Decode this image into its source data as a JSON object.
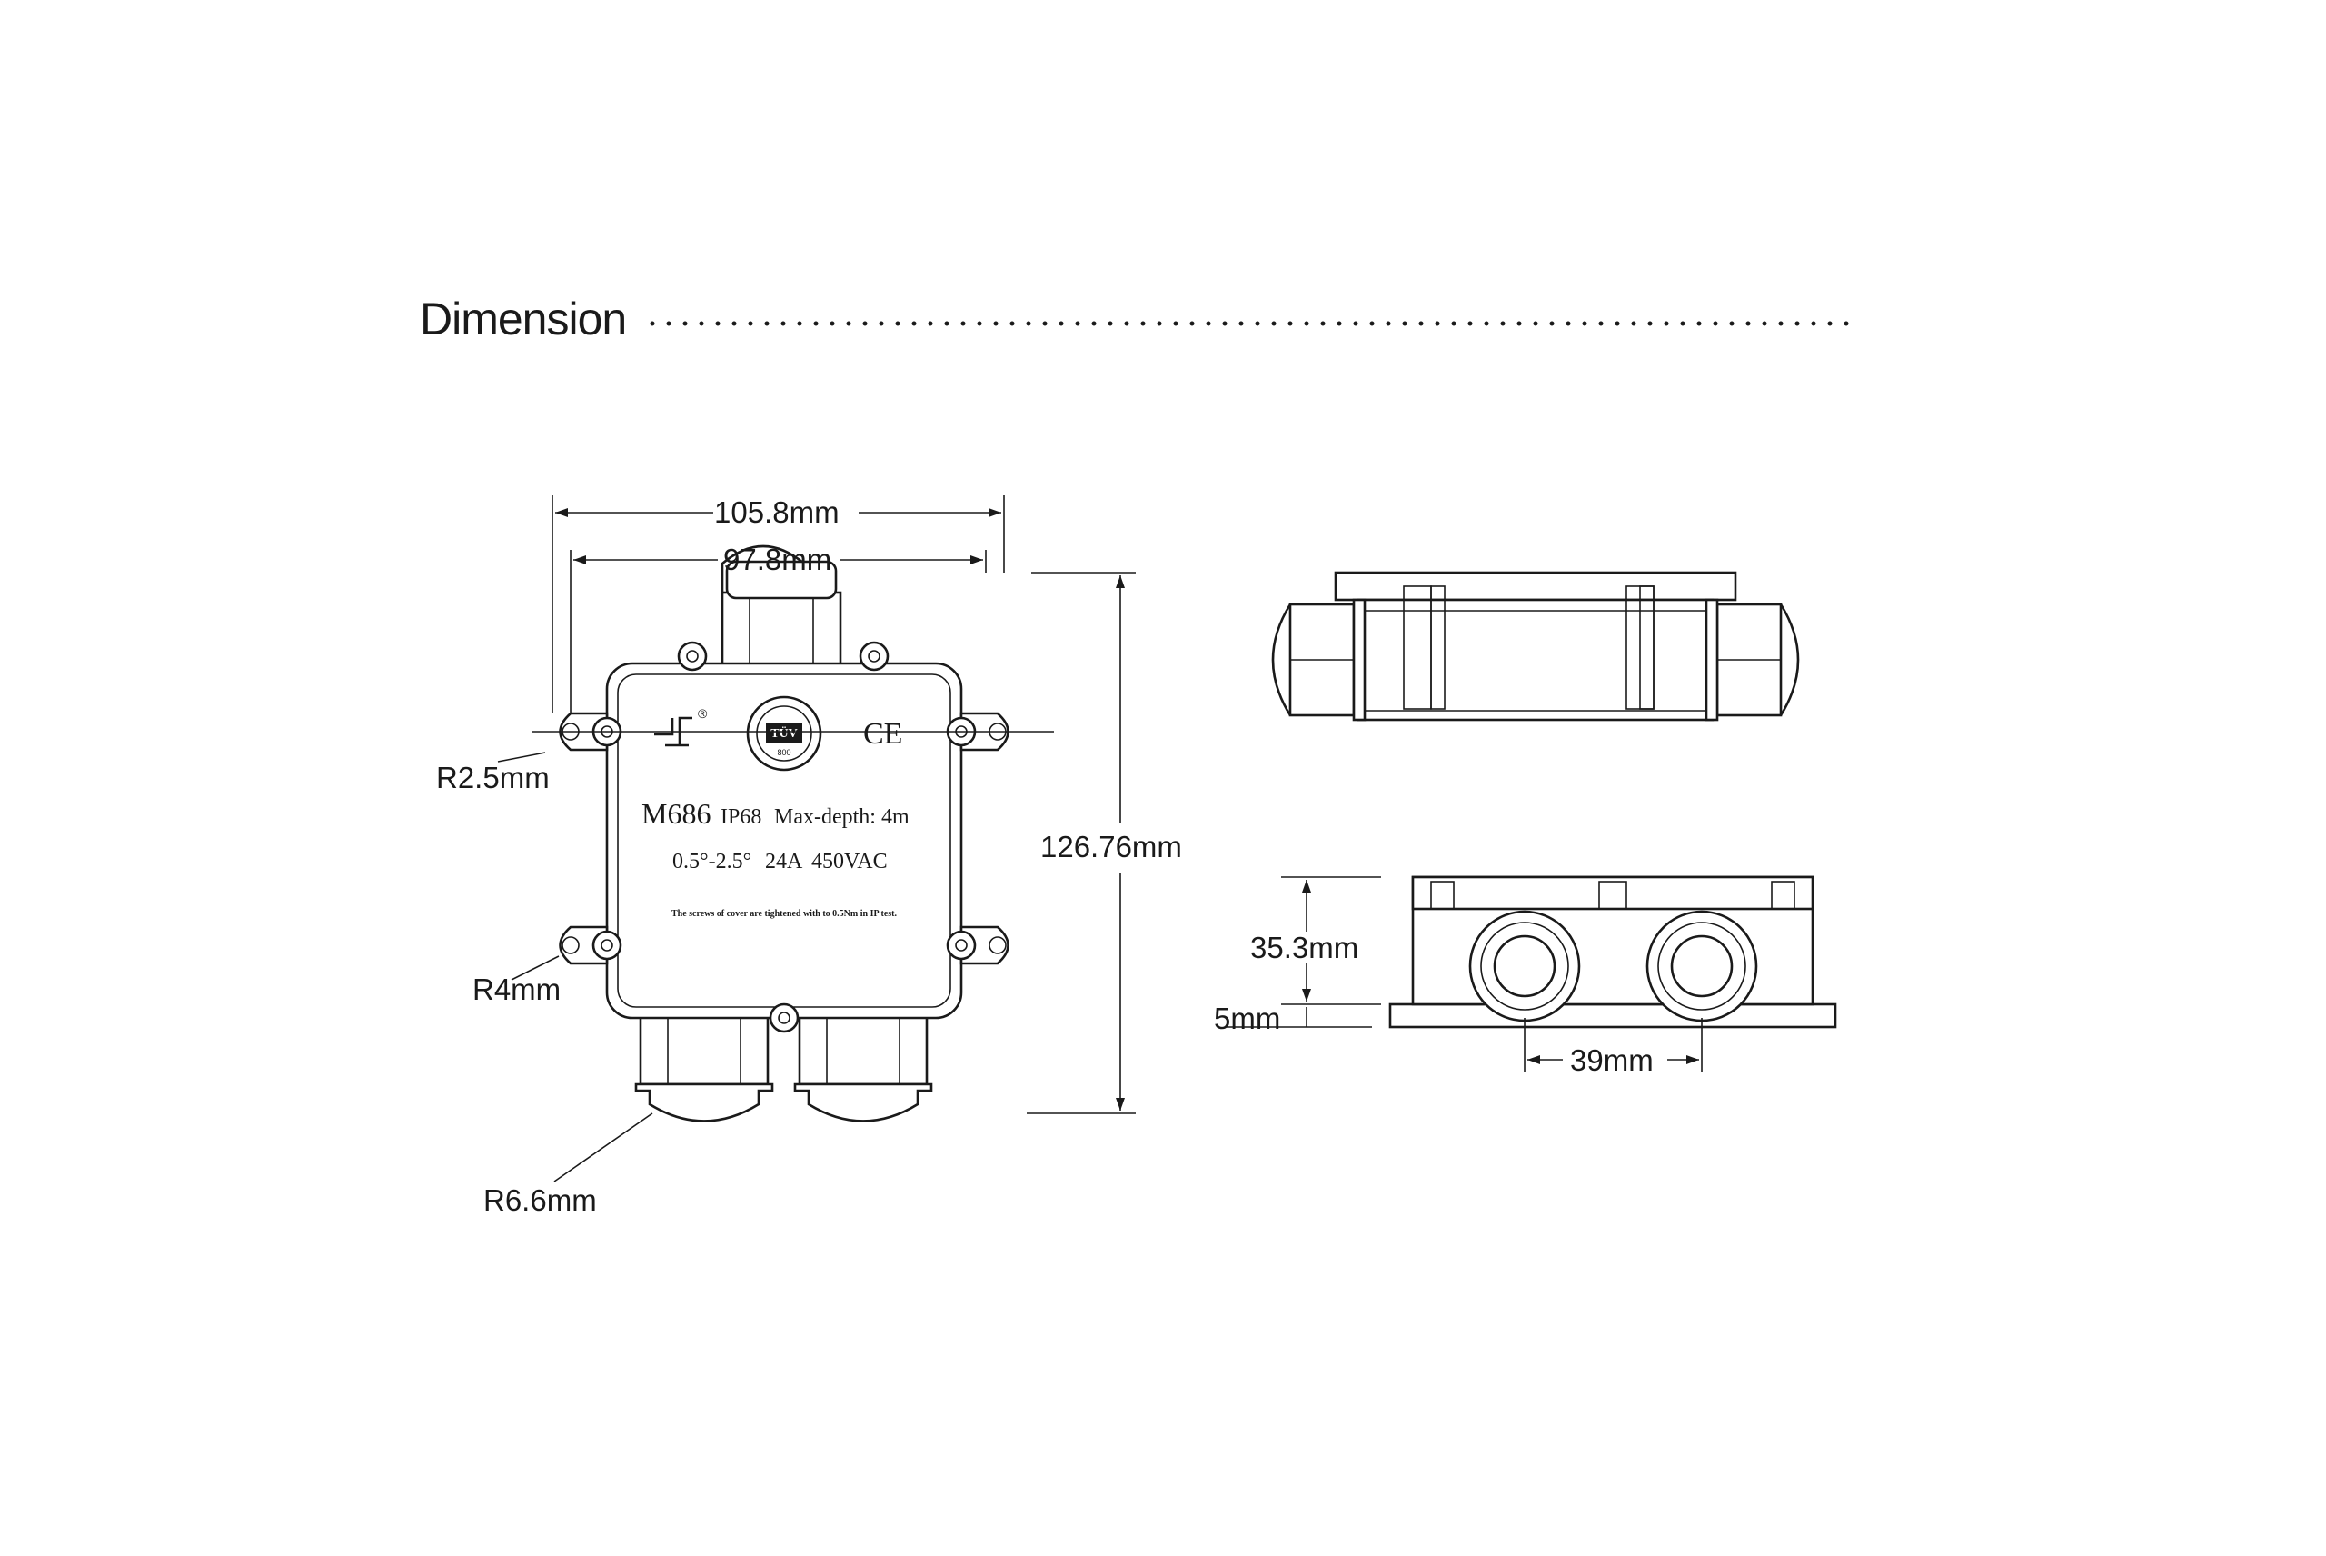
{
  "heading": {
    "title": "Dimension"
  },
  "top_view": {
    "brand_mark": "®",
    "ce_mark": "CE",
    "badge_text": "TÜV",
    "badge_sub": "800",
    "model": "M686",
    "rating": "IP68",
    "max_depth": "Max-depth: 4m",
    "wire_range": "0.5°-2.5°",
    "current": "24A",
    "voltage": "450VAC",
    "note": "The screws of cover are tightened with to 0.5Nm in IP test."
  },
  "dimensions": {
    "overall_width": "105.8mm",
    "inner_width": "97.8mm",
    "overall_height": "126.76mm",
    "hole_radius": "R2.5mm",
    "corner_radius": "R4mm",
    "gland_radius": "R6.6mm",
    "body_height": "35.3mm",
    "base_height": "5mm",
    "gland_spacing": "39mm"
  }
}
